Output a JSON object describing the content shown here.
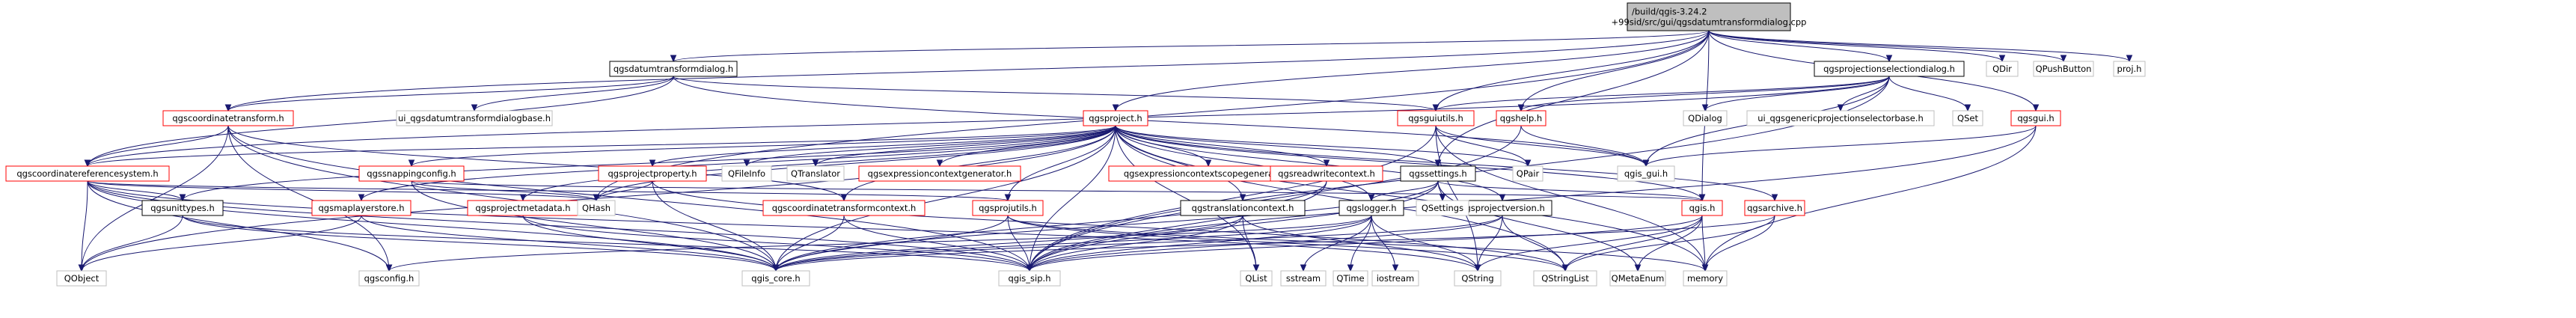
{
  "graph": {
    "title": "/build/qgis-3.24.2+99sid/src/gui/qgsdatumtransformdialog.cpp",
    "colors": {
      "edge": "#191970",
      "documented": "#000000",
      "truncated": "#ff0000",
      "undocumented": "#bfbfbf",
      "root_fill": "#bfbfbf"
    },
    "nodes": [
      {
        "id": "root",
        "label": [
          "/build/qgis-3.24.2",
          "+99sid/src/gui/qgsdatumtransformdialog.cpp"
        ],
        "kind": "root"
      },
      {
        "id": "dlg_h",
        "label": [
          "qgsdatumtransformdialog.h"
        ],
        "kind": "black"
      },
      {
        "id": "projsel",
        "label": [
          "qgsprojectionselectiondialog.h"
        ],
        "kind": "black"
      },
      {
        "id": "qdir",
        "label": [
          "QDir"
        ],
        "kind": "gray"
      },
      {
        "id": "qpushbutton",
        "label": [
          "QPushButton"
        ],
        "kind": "gray"
      },
      {
        "id": "proj_h",
        "label": [
          "proj.h"
        ],
        "kind": "gray"
      },
      {
        "id": "coordtransform",
        "label": [
          "qgscoordinatetransform.h"
        ],
        "kind": "red"
      },
      {
        "id": "ui_dtd",
        "label": [
          "ui_qgsdatumtransformdialogbase.h"
        ],
        "kind": "gray"
      },
      {
        "id": "qgsproject",
        "label": [
          "qgsproject.h"
        ],
        "kind": "red"
      },
      {
        "id": "guiutils",
        "label": [
          "qgsguiutils.h"
        ],
        "kind": "red"
      },
      {
        "id": "qgshelp",
        "label": [
          "qgshelp.h"
        ],
        "kind": "red"
      },
      {
        "id": "qdialog",
        "label": [
          "QDialog"
        ],
        "kind": "gray"
      },
      {
        "id": "ui_gps",
        "label": [
          "ui_qgsgenericprojectionselectorbase.h"
        ],
        "kind": "gray"
      },
      {
        "id": "qset",
        "label": [
          "QSet"
        ],
        "kind": "gray"
      },
      {
        "id": "qgsgui",
        "label": [
          "qgsgui.h"
        ],
        "kind": "red"
      },
      {
        "id": "crs",
        "label": [
          "qgscoordinatereferencesystem.h"
        ],
        "kind": "red"
      },
      {
        "id": "snapping",
        "label": [
          "qgssnappingconfig.h"
        ],
        "kind": "red"
      },
      {
        "id": "projprop",
        "label": [
          "qgsprojectproperty.h"
        ],
        "kind": "red"
      },
      {
        "id": "qfileinfo",
        "label": [
          "QFileInfo"
        ],
        "kind": "gray"
      },
      {
        "id": "qtranslator",
        "label": [
          "QTranslator"
        ],
        "kind": "gray"
      },
      {
        "id": "exprgen",
        "label": [
          "qgsexpressioncontextgenerator.h"
        ],
        "kind": "red"
      },
      {
        "id": "exprscope",
        "label": [
          "qgsexpressioncontextscopegenerator.h"
        ],
        "kind": "red"
      },
      {
        "id": "readwrite",
        "label": [
          "qgsreadwritecontext.h"
        ],
        "kind": "red"
      },
      {
        "id": "settings",
        "label": [
          "qgssettings.h"
        ],
        "kind": "black"
      },
      {
        "id": "qpair",
        "label": [
          "QPair"
        ],
        "kind": "gray"
      },
      {
        "id": "qgis_gui",
        "label": [
          "qgis_gui.h"
        ],
        "kind": "gray"
      },
      {
        "id": "unittypes",
        "label": [
          "qgsunittypes.h"
        ],
        "kind": "black"
      },
      {
        "id": "maplayerstore",
        "label": [
          "qgsmaplayerstore.h"
        ],
        "kind": "red"
      },
      {
        "id": "projmeta",
        "label": [
          "qgsprojectmetadata.h"
        ],
        "kind": "red"
      },
      {
        "id": "qhash",
        "label": [
          "QHash"
        ],
        "kind": "gray"
      },
      {
        "id": "ctxt",
        "label": [
          "qgscoordinatetransformcontext.h"
        ],
        "kind": "red"
      },
      {
        "id": "projutils",
        "label": [
          "qgsprojutils.h"
        ],
        "kind": "red"
      },
      {
        "id": "translation",
        "label": [
          "qgstranslationcontext.h"
        ],
        "kind": "black"
      },
      {
        "id": "logger",
        "label": [
          "qgslogger.h"
        ],
        "kind": "black"
      },
      {
        "id": "projversion",
        "label": [
          "qgsprojectversion.h"
        ],
        "kind": "black"
      },
      {
        "id": "qsettings",
        "label": [
          "QSettings"
        ],
        "kind": "gray"
      },
      {
        "id": "qgis_h",
        "label": [
          "qgis.h"
        ],
        "kind": "red"
      },
      {
        "id": "archive",
        "label": [
          "qgsarchive.h"
        ],
        "kind": "red"
      },
      {
        "id": "qobject",
        "label": [
          "QObject"
        ],
        "kind": "gray"
      },
      {
        "id": "qgsconfig",
        "label": [
          "qgsconfig.h"
        ],
        "kind": "gray"
      },
      {
        "id": "qgis_core",
        "label": [
          "qgis_core.h"
        ],
        "kind": "gray"
      },
      {
        "id": "qgis_sip",
        "label": [
          "qgis_sip.h"
        ],
        "kind": "gray"
      },
      {
        "id": "qlist",
        "label": [
          "QList"
        ],
        "kind": "gray"
      },
      {
        "id": "sstream",
        "label": [
          "sstream"
        ],
        "kind": "gray"
      },
      {
        "id": "qtime",
        "label": [
          "QTime"
        ],
        "kind": "gray"
      },
      {
        "id": "iostream",
        "label": [
          "iostream"
        ],
        "kind": "gray"
      },
      {
        "id": "qstring",
        "label": [
          "QString"
        ],
        "kind": "gray"
      },
      {
        "id": "qstringlist",
        "label": [
          "QStringList"
        ],
        "kind": "gray"
      },
      {
        "id": "qmetaenum",
        "label": [
          "QMetaEnum"
        ],
        "kind": "gray"
      },
      {
        "id": "memory",
        "label": [
          "memory"
        ],
        "kind": "gray"
      }
    ],
    "edges": [
      [
        "root",
        "dlg_h"
      ],
      [
        "root",
        "projsel"
      ],
      [
        "root",
        "qdir"
      ],
      [
        "root",
        "qpushbutton"
      ],
      [
        "root",
        "proj_h"
      ],
      [
        "root",
        "coordtransform"
      ],
      [
        "root",
        "qgsproject"
      ],
      [
        "root",
        "guiutils"
      ],
      [
        "root",
        "qgshelp"
      ],
      [
        "root",
        "qgsgui"
      ],
      [
        "root",
        "settings"
      ],
      [
        "root",
        "qgis_h"
      ],
      [
        "root",
        "qhash"
      ],
      [
        "dlg_h",
        "coordtransform"
      ],
      [
        "dlg_h",
        "ui_dtd"
      ],
      [
        "dlg_h",
        "crs"
      ],
      [
        "dlg_h",
        "guiutils"
      ],
      [
        "dlg_h",
        "qgis_gui"
      ],
      [
        "projsel",
        "qdialog"
      ],
      [
        "projsel",
        "ui_gps"
      ],
      [
        "projsel",
        "guiutils"
      ],
      [
        "projsel",
        "qgshelp"
      ],
      [
        "projsel",
        "qset"
      ],
      [
        "projsel",
        "qgis_gui"
      ],
      [
        "projsel",
        "crs"
      ],
      [
        "projsel",
        "qgis_sip"
      ],
      [
        "coordtransform",
        "crs"
      ],
      [
        "coordtransform",
        "qobject"
      ],
      [
        "coordtransform",
        "qgsconfig"
      ],
      [
        "coordtransform",
        "qgis_core"
      ],
      [
        "coordtransform",
        "qgis_sip"
      ],
      [
        "coordtransform",
        "ctxt"
      ],
      [
        "qgsproject",
        "crs"
      ],
      [
        "qgsproject",
        "snapping"
      ],
      [
        "qgsproject",
        "projprop"
      ],
      [
        "qgsproject",
        "qfileinfo"
      ],
      [
        "qgsproject",
        "qtranslator"
      ],
      [
        "qgsproject",
        "exprgen"
      ],
      [
        "qgsproject",
        "exprscope"
      ],
      [
        "qgsproject",
        "readwrite"
      ],
      [
        "qgsproject",
        "settings"
      ],
      [
        "qgsproject",
        "qpair"
      ],
      [
        "qgsproject",
        "unittypes"
      ],
      [
        "qgsproject",
        "maplayerstore"
      ],
      [
        "qgsproject",
        "projmeta"
      ],
      [
        "qgsproject",
        "ctxt"
      ],
      [
        "qgsproject",
        "projutils"
      ],
      [
        "qgsproject",
        "translation"
      ],
      [
        "qgsproject",
        "logger"
      ],
      [
        "qgsproject",
        "projversion"
      ],
      [
        "qgsproject",
        "qgis_h"
      ],
      [
        "qgsproject",
        "archive"
      ],
      [
        "qgsproject",
        "qobject"
      ],
      [
        "qgsproject",
        "qgis_core"
      ],
      [
        "qgsproject",
        "qgis_sip"
      ],
      [
        "qgsproject",
        "qhash"
      ],
      [
        "qgsproject",
        "qlist"
      ],
      [
        "qgsproject",
        "qstringlist"
      ],
      [
        "qgsproject",
        "memory"
      ],
      [
        "guiutils",
        "qpair"
      ],
      [
        "guiutils",
        "qgis_gui"
      ],
      [
        "guiutils",
        "qstring"
      ],
      [
        "guiutils",
        "qgis_sip"
      ],
      [
        "guiutils",
        "memory"
      ],
      [
        "qgshelp",
        "qgis_gui"
      ],
      [
        "qgshelp",
        "qgis_sip"
      ],
      [
        "qgsgui",
        "qgis_gui"
      ],
      [
        "qgsgui",
        "qgis_sip"
      ],
      [
        "qgsgui",
        "memory"
      ],
      [
        "crs",
        "qobject"
      ],
      [
        "crs",
        "qgsconfig"
      ],
      [
        "crs",
        "qgis_core"
      ],
      [
        "crs",
        "qgis_sip"
      ],
      [
        "crs",
        "unittypes"
      ],
      [
        "crs",
        "qhash"
      ],
      [
        "crs",
        "qstring"
      ],
      [
        "crs",
        "projutils"
      ],
      [
        "snapping",
        "qhash"
      ],
      [
        "snapping",
        "qgis_core"
      ],
      [
        "snapping",
        "qgis_h"
      ],
      [
        "projprop",
        "qhash"
      ],
      [
        "projprop",
        "qgis_core"
      ],
      [
        "projprop",
        "qstringlist"
      ],
      [
        "readwrite",
        "qgis_core"
      ],
      [
        "readwrite",
        "qgis_sip"
      ],
      [
        "settings",
        "qsettings"
      ],
      [
        "settings",
        "qgis_core"
      ],
      [
        "settings",
        "qgis_sip"
      ],
      [
        "settings",
        "qmetaenum"
      ],
      [
        "settings",
        "qgis_h"
      ],
      [
        "settings",
        "logger"
      ],
      [
        "unittypes",
        "qobject"
      ],
      [
        "unittypes",
        "qgis_core"
      ],
      [
        "unittypes",
        "qgis_sip"
      ],
      [
        "maplayerstore",
        "qobject"
      ],
      [
        "maplayerstore",
        "qgis_core"
      ],
      [
        "projmeta",
        "qgis_core"
      ],
      [
        "projmeta",
        "qgis_sip"
      ],
      [
        "ctxt",
        "qgis_core"
      ],
      [
        "ctxt",
        "qgis_sip"
      ],
      [
        "projutils",
        "qgis_core"
      ],
      [
        "projutils",
        "qgis_sip"
      ],
      [
        "projutils",
        "qstringlist"
      ],
      [
        "projutils",
        "memory"
      ],
      [
        "translation",
        "qgis_core"
      ],
      [
        "translation",
        "qgis_sip"
      ],
      [
        "translation",
        "qstring"
      ],
      [
        "translation",
        "qlist"
      ],
      [
        "logger",
        "sstream"
      ],
      [
        "logger",
        "qtime"
      ],
      [
        "logger",
        "iostream"
      ],
      [
        "logger",
        "qstring"
      ],
      [
        "logger",
        "qgis_core"
      ],
      [
        "logger",
        "qgsconfig"
      ],
      [
        "logger",
        "qgis_sip"
      ],
      [
        "projversion",
        "qstring"
      ],
      [
        "projversion",
        "qstringlist"
      ],
      [
        "projversion",
        "qgis_core"
      ],
      [
        "projversion",
        "qgis_sip"
      ],
      [
        "qgis_h",
        "qgis_sip"
      ],
      [
        "qgis_h",
        "qstring"
      ],
      [
        "qgis_h",
        "qmetaenum"
      ],
      [
        "qgis_h",
        "memory"
      ],
      [
        "qgis_h",
        "qstringlist"
      ],
      [
        "archive",
        "qgis_core"
      ],
      [
        "archive",
        "qstringlist"
      ],
      [
        "archive",
        "memory"
      ]
    ]
  }
}
